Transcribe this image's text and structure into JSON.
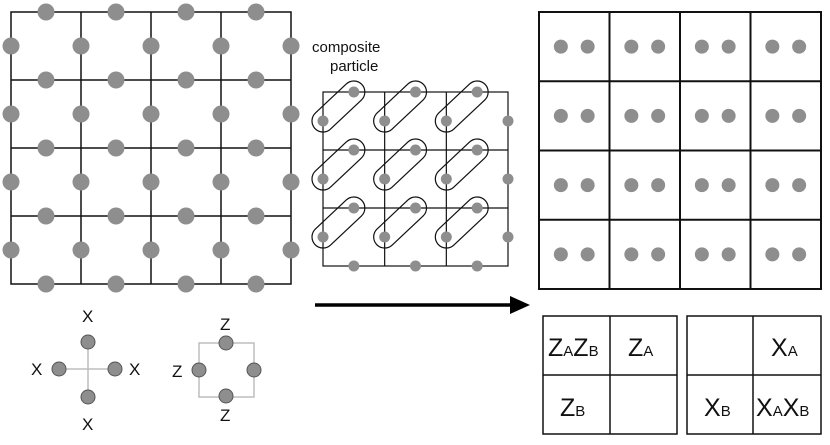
{
  "colors": {
    "line": "#111111",
    "dot": "#8e8e8e",
    "dot_stroke": "#555555",
    "operator_guide": "#bdbdbd",
    "arrow": "#000000"
  },
  "composite_label": {
    "line1": "composite",
    "line2": "particle"
  },
  "star_operator": {
    "top": "X",
    "bottom": "X",
    "left": "X",
    "right": "X"
  },
  "plaquette_operator": {
    "top": "Z",
    "bottom": "Z",
    "left": "Z"
  },
  "table_z": {
    "top_left": {
      "main1": "Z",
      "sub1": "A",
      "main2": "Z",
      "sub2": "B"
    },
    "top_right": {
      "main1": "Z",
      "sub1": "A"
    },
    "bottom_left": {
      "main1": "Z",
      "sub1": "B"
    },
    "bottom_right": {}
  },
  "table_x": {
    "top_left": {},
    "top_right": {
      "main1": "X",
      "sub1": "A"
    },
    "bottom_left": {
      "main1": "X",
      "sub1": "B"
    },
    "bottom_right": {
      "main1": "X",
      "sub1": "A",
      "main2": "X",
      "sub2": "B"
    }
  },
  "lattices": {
    "left_cells": [
      4,
      4
    ],
    "middle_cells": [
      3,
      3
    ],
    "right_cells": [
      4,
      4
    ]
  }
}
